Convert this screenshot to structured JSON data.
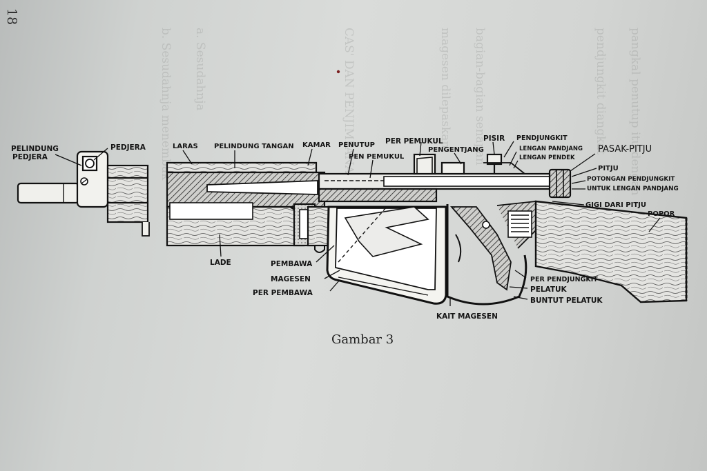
{
  "page_number": "18",
  "caption": "Gambar 3",
  "labels": {
    "pelindung_pedjera": [
      "PELINDUNG",
      "PEDJERA"
    ],
    "pedjera": "PEDJERA",
    "laras": "LARAS",
    "pelindung_tangan": "PELINDUNG TANGAN",
    "kamar": "KAMAR",
    "penutup": "PENUTUP",
    "per_pemukul": "PER PEMUKUL",
    "pen_pemukul": "PEN PEMUKUL",
    "pisir": "PISIR",
    "pengentjang": "PENGENTJANG",
    "pendjungkit": "PENDJUNGKIT",
    "lengan_pandjang": "LENGAN PANDJANG",
    "lengan_pendek": "LENGAN PENDEK",
    "pasak_pitju": "PASAK-PITJU",
    "pitju": "PITJU",
    "potongan_pendjungkit": [
      "POTONGAN PENDJUNGKIT",
      "UNTUK LENGAN PANDJANG"
    ],
    "gigi_dari_pitju": "GIGI DARI PITJU",
    "popor": "POPOR",
    "lade": "LADE",
    "pembawa": "PEMBAWA",
    "magesen": "MAGESEN",
    "per_pembawa": "PER PEMBAWA",
    "per_pendjungkit": "PER PENDJUNGKIT",
    "pelatuk": "PELATUK",
    "buntut_pelatuk": "BUNTUT PELATUK",
    "kait_magesen": "KAIT MAGESEN"
  }
}
